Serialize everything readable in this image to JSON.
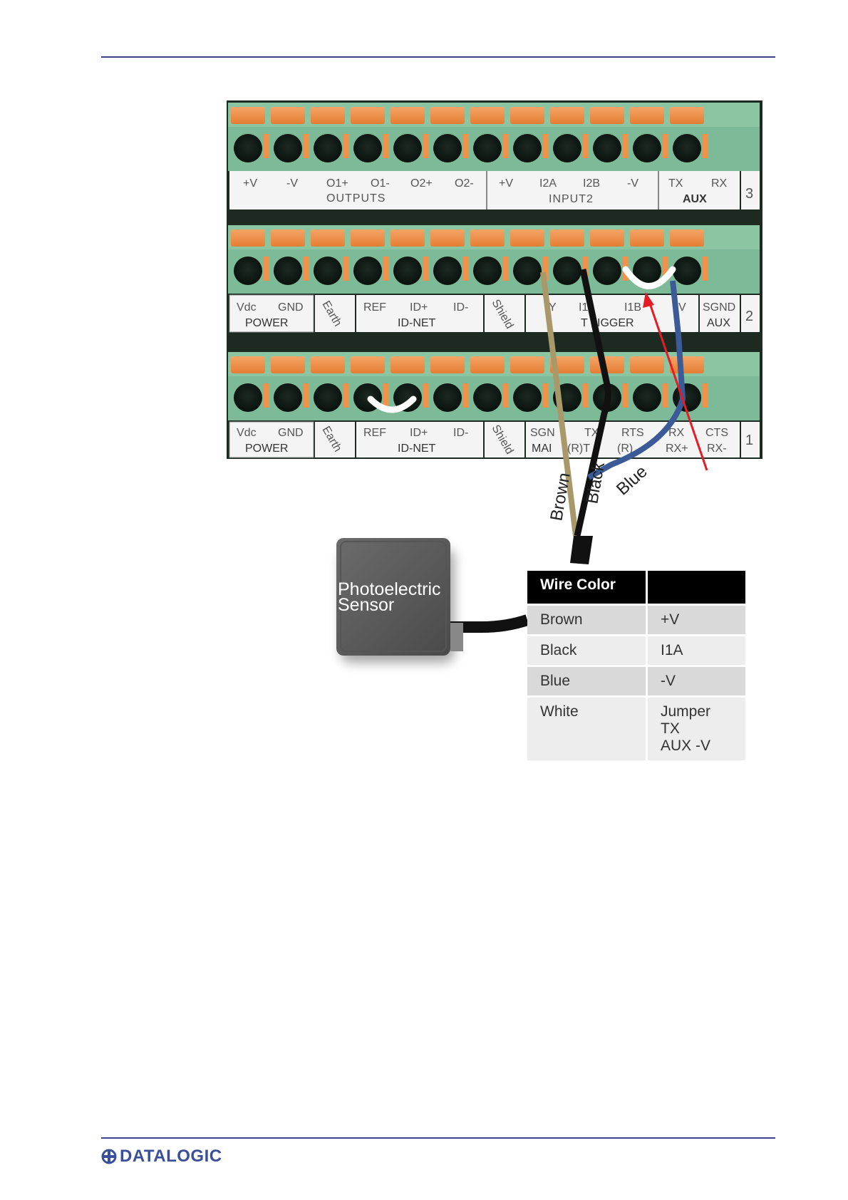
{
  "panel": {
    "row3": {
      "terminals": [
        "+V",
        "-V",
        "O1+",
        "O1-",
        "O2+",
        "O2-",
        "+V",
        "I2A",
        "I2B",
        "-V",
        "TX",
        "RX"
      ],
      "groups": [
        "OUTPUTS",
        "INPUT2",
        "AUX"
      ],
      "number": "3"
    },
    "row2": {
      "terminals": [
        "Vdc",
        "GND",
        "REF",
        "ID+",
        "ID-",
        "I1B",
        "V",
        "SGND",
        "Y",
        "I1"
      ],
      "rotated": [
        "Earth",
        "Shield"
      ],
      "groups": [
        "POWER",
        "ID-NET",
        "T",
        "IGGER",
        "AUX"
      ],
      "number": "2"
    },
    "row1": {
      "terminals": [
        "Vdc",
        "GND",
        "REF",
        "ID+",
        "ID-",
        "SGN",
        "TX",
        "RTS",
        "RX",
        "CTS",
        "(R)T",
        "(R)",
        "RX+",
        "RX-"
      ],
      "rotated": [
        "Earth",
        "Shield"
      ],
      "groups": [
        "POWER",
        "ID-NET",
        "MAI"
      ],
      "number": "1"
    }
  },
  "wire_labels": [
    "Brown",
    "Black",
    "Blue"
  ],
  "sensor": {
    "label_line1": "Photoelectric",
    "label_line2": "Sensor"
  },
  "wire_table": {
    "headers": [
      "Wire Color",
      ""
    ],
    "rows": [
      {
        "color": "Brown",
        "connection": "+V"
      },
      {
        "color": "Black",
        "connection": "I1A"
      },
      {
        "color": "Blue",
        "connection": "-V"
      },
      {
        "color": "White",
        "connection_line1": "Jumper TX",
        "connection_line2": "AUX -V"
      }
    ]
  },
  "footer": {
    "brand": "DATALOGIC"
  },
  "colors": {
    "rule": "#3f3f8f",
    "brand": "#3a4f9c",
    "terminal_green": "#7dbb98",
    "lever_orange": "#f0924a"
  }
}
